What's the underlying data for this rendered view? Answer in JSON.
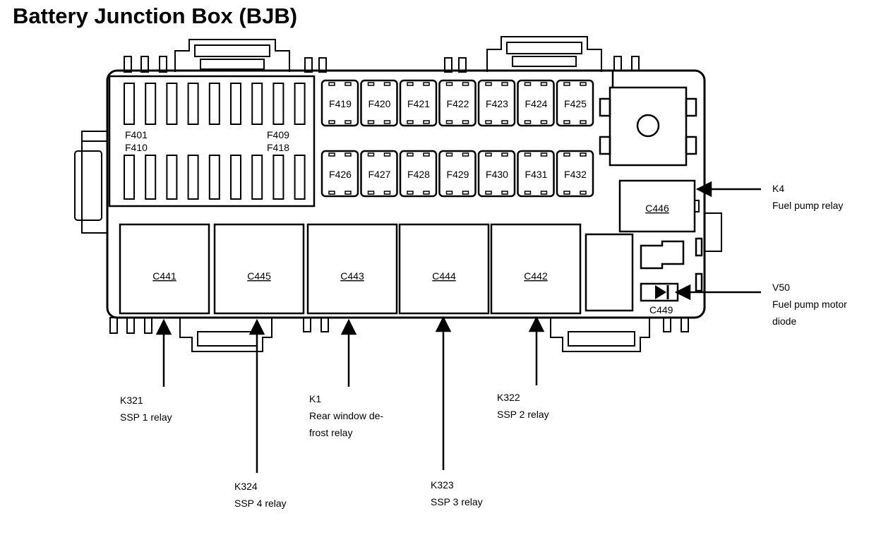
{
  "title": "Battery Junction Box (BJB)",
  "mini_fuse_labels": [
    "F401",
    "F410",
    "F409",
    "F418"
  ],
  "fuses_top": [
    "F419",
    "F420",
    "F421",
    "F422",
    "F423",
    "F424",
    "F425"
  ],
  "fuses_bottom": [
    "F426",
    "F427",
    "F428",
    "F429",
    "F430",
    "F431",
    "F432"
  ],
  "relays": [
    "C441",
    "C445",
    "C443",
    "C444",
    "C442"
  ],
  "c446": "C446",
  "c449": "C449",
  "callouts": {
    "k4": [
      "K4",
      "Fuel pump relay"
    ],
    "v50": [
      "V50",
      "Fuel pump motor",
      "diode"
    ],
    "k321": [
      "K321",
      "SSP 1 relay"
    ],
    "k324": [
      "K324",
      "SSP 4 relay"
    ],
    "k1": [
      "K1",
      "Rear window de-",
      "frost relay"
    ],
    "k323": [
      "K323",
      "SSP 3 relay"
    ],
    "k322": [
      "K322",
      "SSP 2 relay"
    ]
  }
}
